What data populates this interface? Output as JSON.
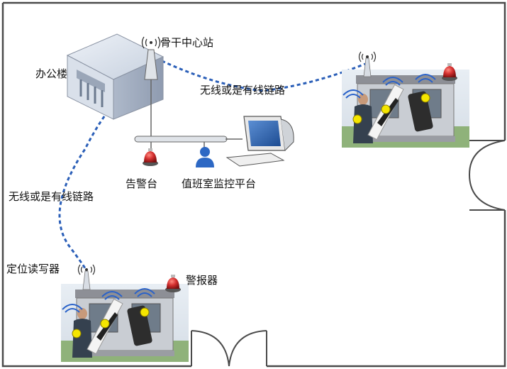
{
  "labels": {
    "office_building": "办公楼",
    "backbone_station": "骨干中心站",
    "link_top": "无线或是有线链路",
    "link_left": "无线或是有线链路",
    "alarm_desk": "告警台",
    "monitor_platform": "值班室监控平台",
    "locator_reader": "定位读写器",
    "alarm_device": "警报器"
  },
  "colors": {
    "link": "#2b5fb8",
    "wall": "#4a4a4a",
    "building_roof": "#dce3ee",
    "building_wall": "#b9c4d4",
    "alarm_red": "#c0282d",
    "tag_yellow": "#f3e600",
    "sky": "#dfe9f3",
    "grass": "#7bb06a"
  },
  "icons": [
    "office-building-icon",
    "antenna-tower-icon",
    "network-bus-icon",
    "siren-icon",
    "user-icon",
    "computer-icon",
    "guard-booth-photo-icon"
  ]
}
